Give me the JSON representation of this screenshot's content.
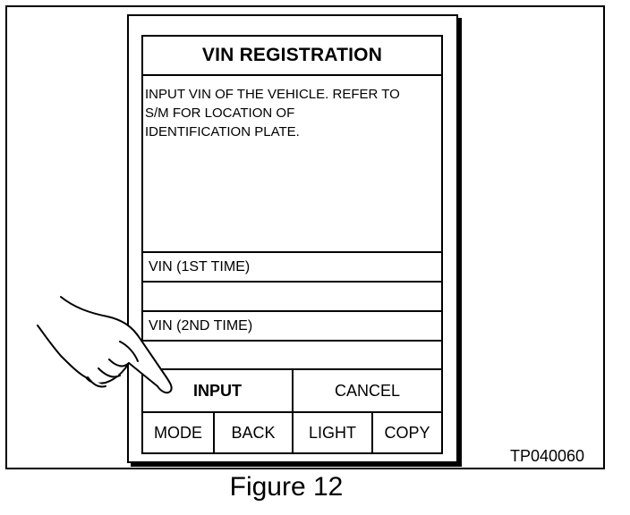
{
  "screen": {
    "title": "VIN REGISTRATION",
    "message_lines": [
      "INPUT VIN OF THE VEHICLE. REFER TO",
      "S/M FOR LOCATION OF",
      "IDENTIFICATION PLATE."
    ],
    "vin_first_label": "VIN (1ST TIME)",
    "vin_first_value": "",
    "vin_second_label": "VIN (2ND TIME)",
    "vin_second_value": ""
  },
  "actions": {
    "input_label": "INPUT",
    "cancel_label": "CANCEL"
  },
  "toolbar": {
    "mode_label": "MODE",
    "back_label": "BACK",
    "light_label": "LIGHT",
    "copy_label": "COPY"
  },
  "figure": {
    "code": "TP040060",
    "caption": "Figure 12"
  },
  "icons": {
    "pointer": "pointing-hand-icon"
  }
}
